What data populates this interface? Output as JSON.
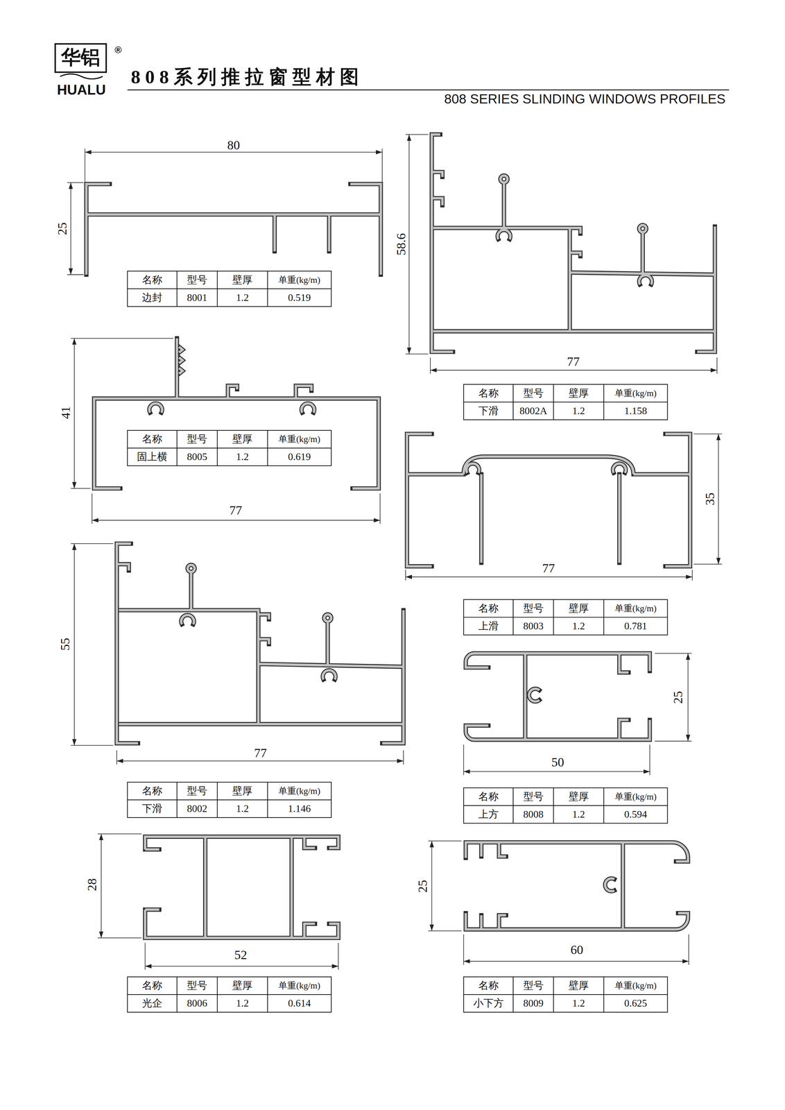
{
  "diagram": {
    "title": "808系列推拉窗型材图",
    "labels": [
      "华铝",
      "®",
      "HUALU",
      "808 SERIES SLINDING WINDOWS PROFILES",
      "80",
      "25",
      "名称",
      "型号",
      "壁厚",
      "单重(kg/m)",
      "边封",
      "8001",
      "1.2",
      "0.519",
      "58.6",
      "77",
      "名称",
      "型号",
      "壁厚",
      "单重(kg/m)",
      "下滑",
      "8002A",
      "1.2",
      "1.158",
      "41",
      "77",
      "名称",
      "型号",
      "壁厚",
      "单重(kg/m)",
      "固上横",
      "8005",
      "1.2",
      "0.619",
      "35",
      "77",
      "名称",
      "型号",
      "壁厚",
      "单重(kg/m)",
      "上滑",
      "8003",
      "1.2",
      "0.781",
      "55",
      "77",
      "名称",
      "型号",
      "壁厚",
      "单重(kg/m)",
      "下滑",
      "8002",
      "1.2",
      "1.146",
      "25",
      "50",
      "名称",
      "型号",
      "壁厚",
      "单重(kg/m)",
      "上方",
      "8008",
      "1.2",
      "0.594",
      "28",
      "52",
      "名称",
      "型号",
      "壁厚",
      "单重(kg/m)",
      "光企",
      "8006",
      "1.2",
      "0.614",
      "25",
      "60",
      "名称",
      "型号",
      "壁厚",
      "单重(kg/m)",
      "小下方",
      "8009",
      "1.2",
      "0.625"
    ]
  }
}
